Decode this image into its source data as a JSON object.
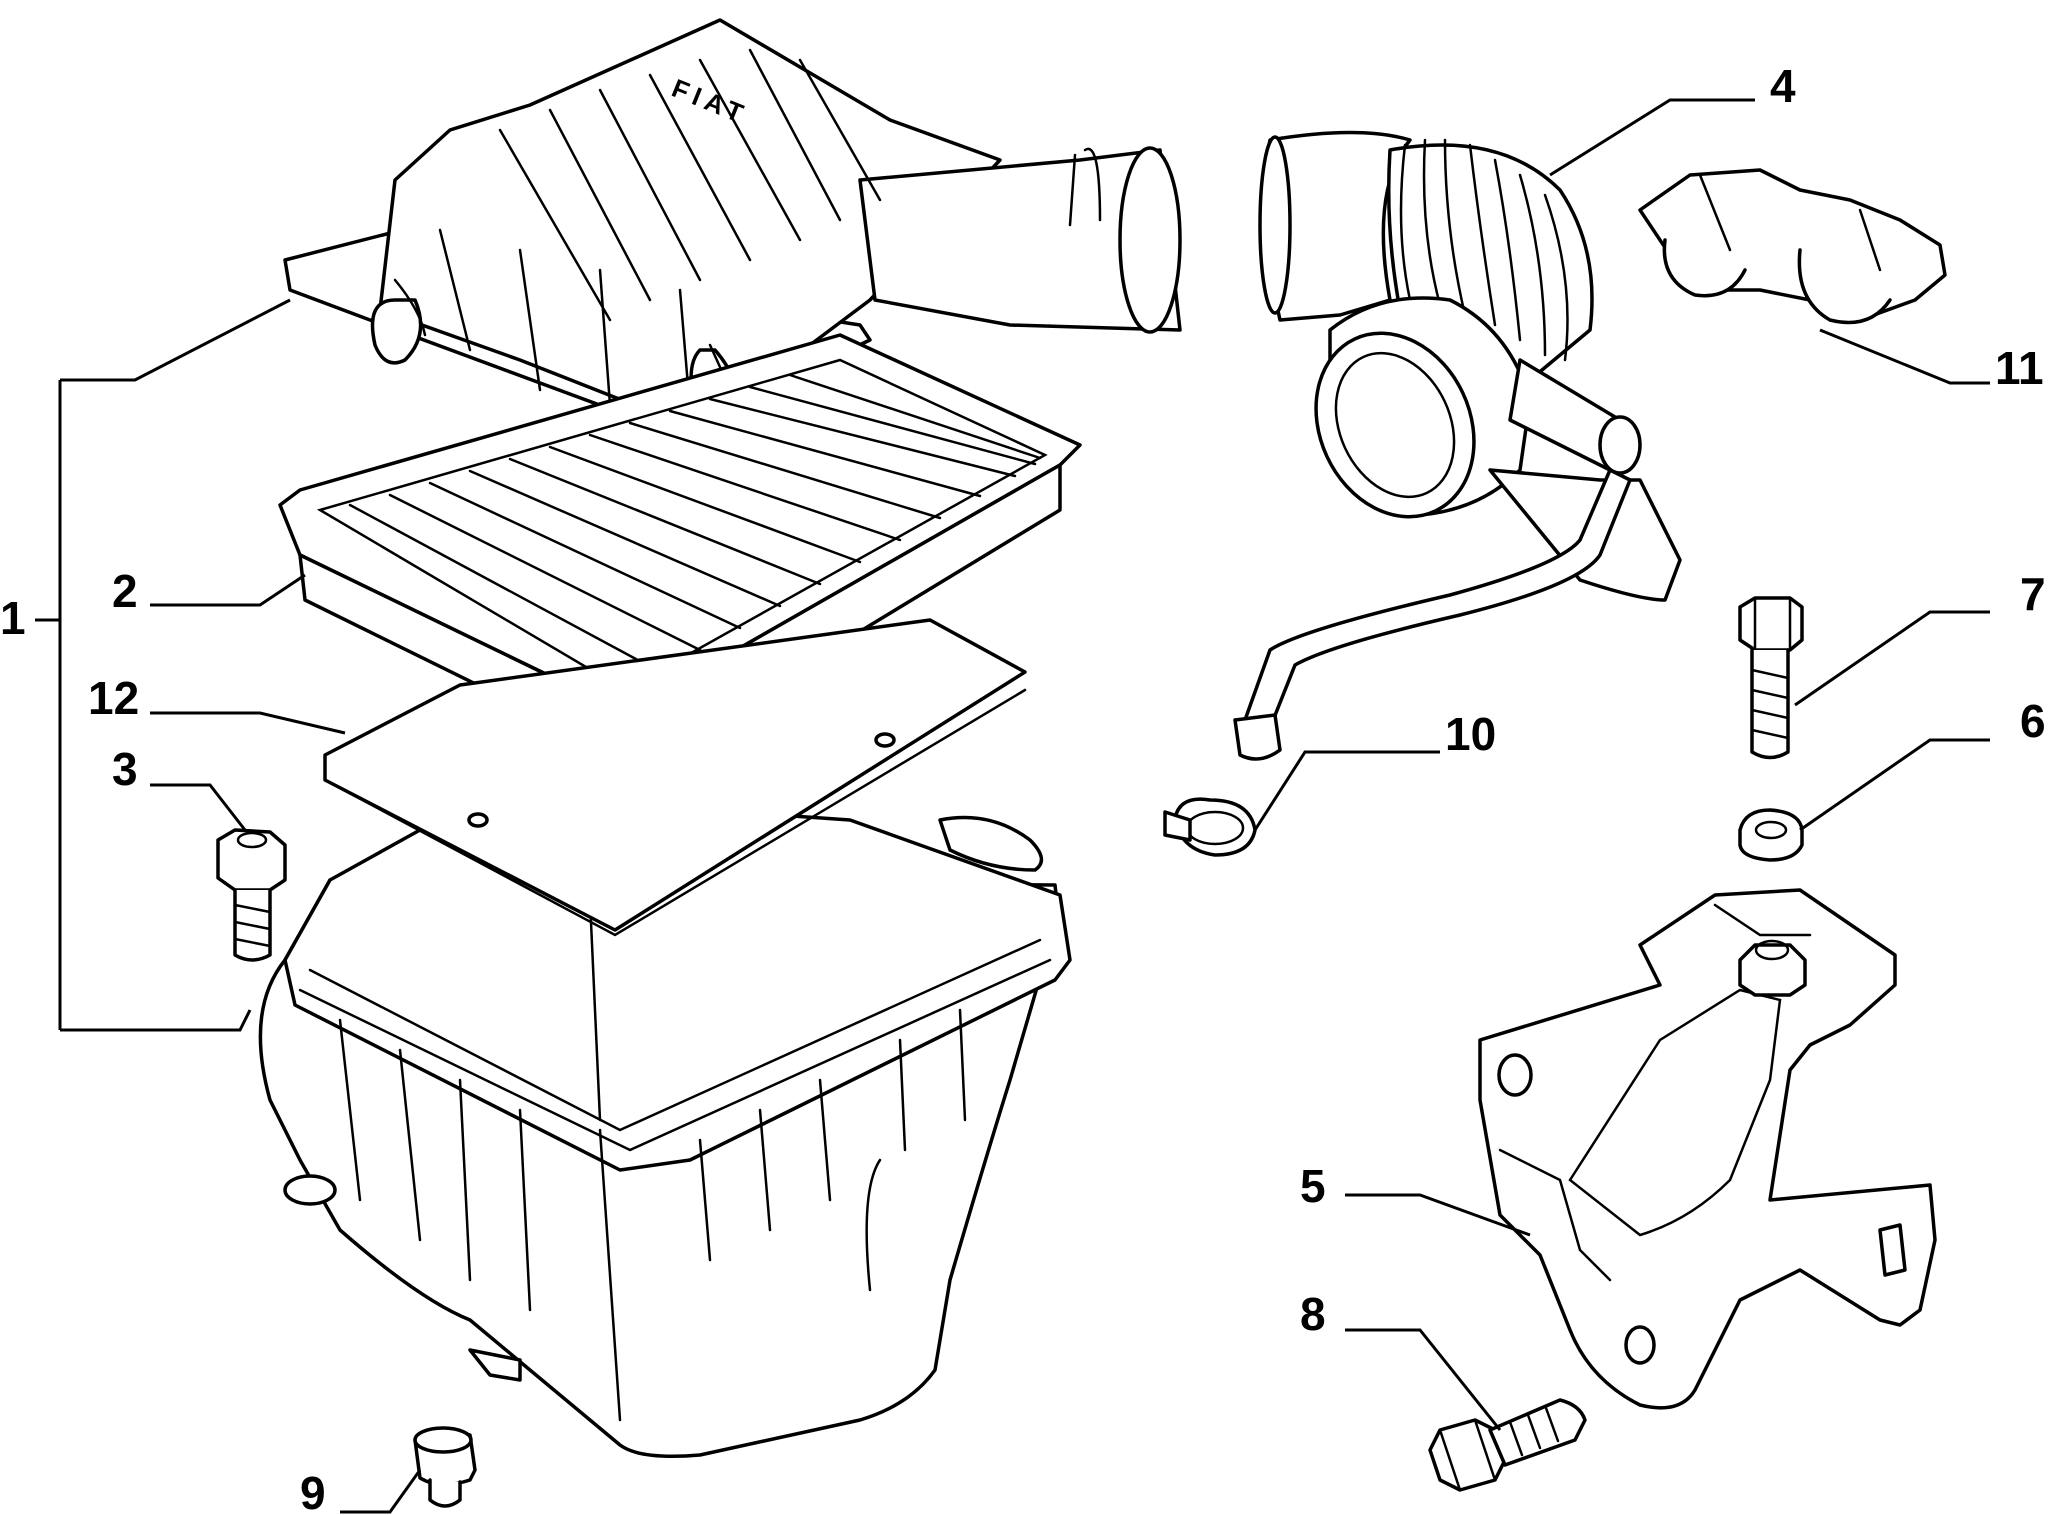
{
  "diagram": {
    "logo_text": "FIAT",
    "callouts": [
      {
        "id": "1",
        "label": "1"
      },
      {
        "id": "2",
        "label": "2"
      },
      {
        "id": "3",
        "label": "3"
      },
      {
        "id": "4",
        "label": "4"
      },
      {
        "id": "5",
        "label": "5"
      },
      {
        "id": "6",
        "label": "6"
      },
      {
        "id": "7",
        "label": "7"
      },
      {
        "id": "8",
        "label": "8"
      },
      {
        "id": "9",
        "label": "9"
      },
      {
        "id": "10",
        "label": "10"
      },
      {
        "id": "11",
        "label": "11"
      },
      {
        "id": "12",
        "label": "12"
      }
    ]
  }
}
